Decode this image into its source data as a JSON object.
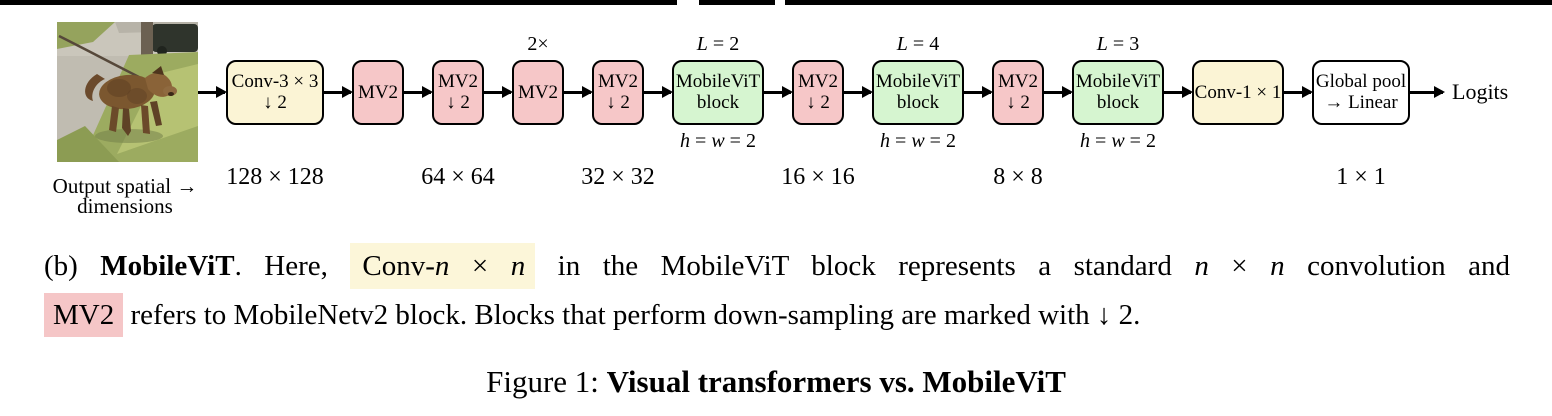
{
  "colors": {
    "conv_block": "#fbf4d5",
    "mv2_block": "#f6c7c8",
    "mobilevit_block": "#d6f5d0",
    "plain_block": "#ffffff",
    "caption_highlight_yellow": "#fcf6d9",
    "caption_highlight_pink": "#f5c6c7"
  },
  "diagram": {
    "input_label": {
      "line1": "Output spatial →",
      "line2": "dimensions"
    },
    "output_label": "Logits",
    "stages": [
      {
        "name": "conv-3x3-down2",
        "line1": "Conv-3 × 3",
        "line2": "↓ 2",
        "dim": "128 × 128"
      },
      {
        "name": "mv2-1",
        "line1": "MV2"
      },
      {
        "name": "mv2-2-down2",
        "line1": "MV2",
        "line2": "↓ 2",
        "dim": "64 × 64"
      },
      {
        "name": "mv2-3-repeat",
        "line1": "MV2",
        "top": "2×"
      },
      {
        "name": "mv2-4-down2",
        "line1": "MV2",
        "line2": "↓ 2",
        "dim": "32 × 32"
      },
      {
        "name": "mobilevit-1",
        "line1": "MobileViT",
        "line2": "block",
        "top_var": "L",
        "top_rest": " = 2",
        "bot1": "h",
        "bot2": " = ",
        "bot3": "w",
        "bot4": " = 2"
      },
      {
        "name": "mv2-5-down2",
        "line1": "MV2",
        "line2": "↓ 2",
        "dim": "16 × 16"
      },
      {
        "name": "mobilevit-2",
        "line1": "MobileViT",
        "line2": "block",
        "top_var": "L",
        "top_rest": " = 4",
        "bot1": "h",
        "bot2": " = ",
        "bot3": "w",
        "bot4": " = 2"
      },
      {
        "name": "mv2-6-down2",
        "line1": "MV2",
        "line2": "↓ 2",
        "dim": "8 × 8"
      },
      {
        "name": "mobilevit-3",
        "line1": "MobileViT",
        "line2": "block",
        "top_var": "L",
        "top_rest": " = 3",
        "bot1": "h",
        "bot2": " = ",
        "bot3": "w",
        "bot4": " = 2"
      },
      {
        "name": "conv-1x1",
        "line1": "Conv-1 × 1"
      },
      {
        "name": "global-pool-linear",
        "line1": "Global pool",
        "line2": "→ Linear",
        "dim": "1 × 1"
      }
    ]
  },
  "caption": {
    "l1_prefix": "(b) ",
    "l1_bold": "MobileViT",
    "l1_mid": ". Here, ",
    "hl_yellow": {
      "p1": "Conv-",
      "p2": "n",
      "p3": " × ",
      "p4": "n"
    },
    "l1_a": " in the MobileViT block represents a standard ",
    "l1_n1": "n",
    "l1_x": " × ",
    "l1_n2": "n",
    "l1_end": " convolution and",
    "l2_hl": "MV2",
    "l2_rest": " refers to MobileNetv2 block. Blocks that perform down-sampling are marked with ↓ 2."
  },
  "figure_caption": {
    "prefix": "Figure 1: ",
    "bold": "Visual transformers vs. MobileViT"
  }
}
